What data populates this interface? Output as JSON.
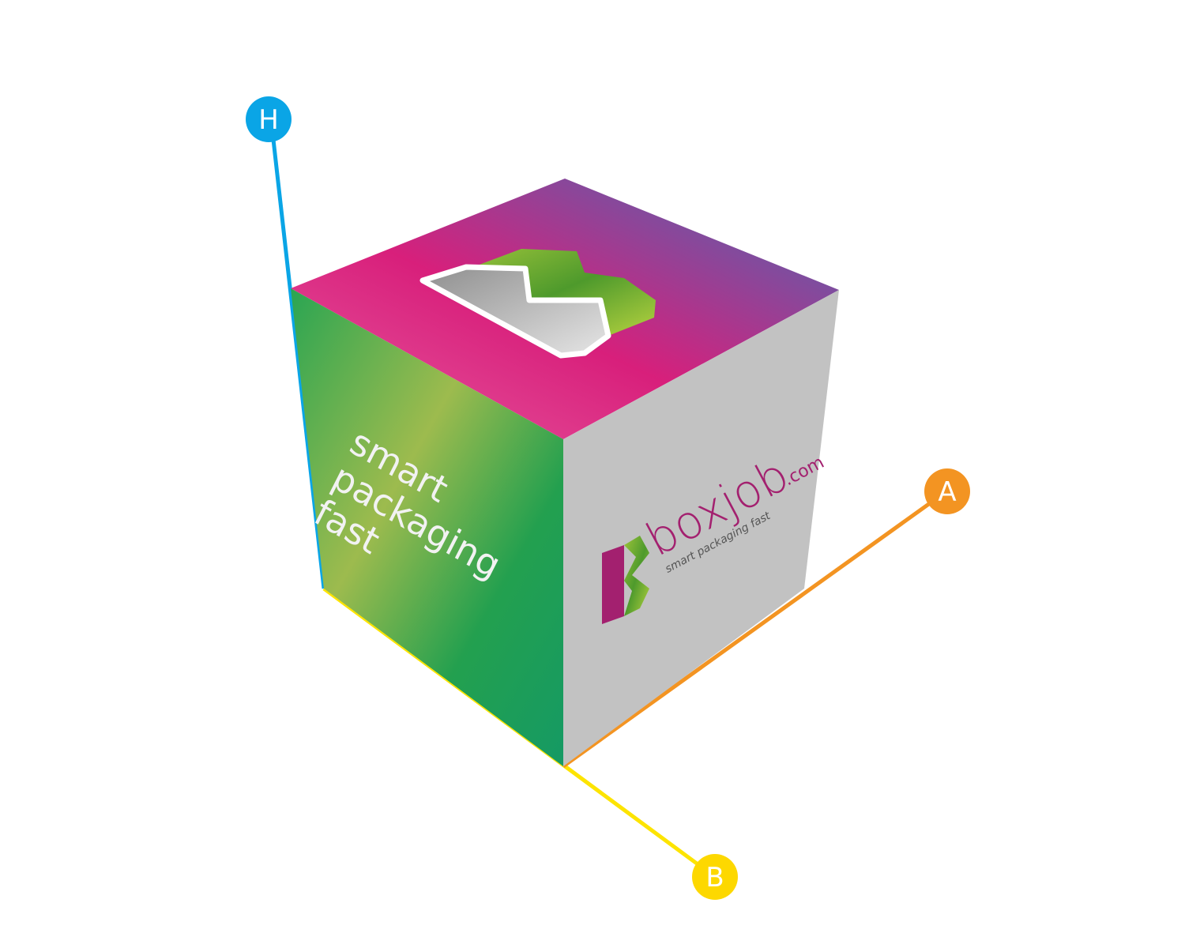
{
  "dimensions": {
    "height_label": "H",
    "length_label": "A",
    "width_label": "B"
  },
  "box": {
    "side_text_line1": "smart",
    "side_text_line2": "packaging",
    "side_text_line3": "fast",
    "logo_name": "boxjob",
    "logo_domain": ".com",
    "logo_tagline": "smart packaging fast"
  },
  "colors": {
    "height": "#0aa5e6",
    "length": "#f39422",
    "width": "#fde400",
    "brand": "#a3206f",
    "side_panel": "#c2c2c2"
  }
}
